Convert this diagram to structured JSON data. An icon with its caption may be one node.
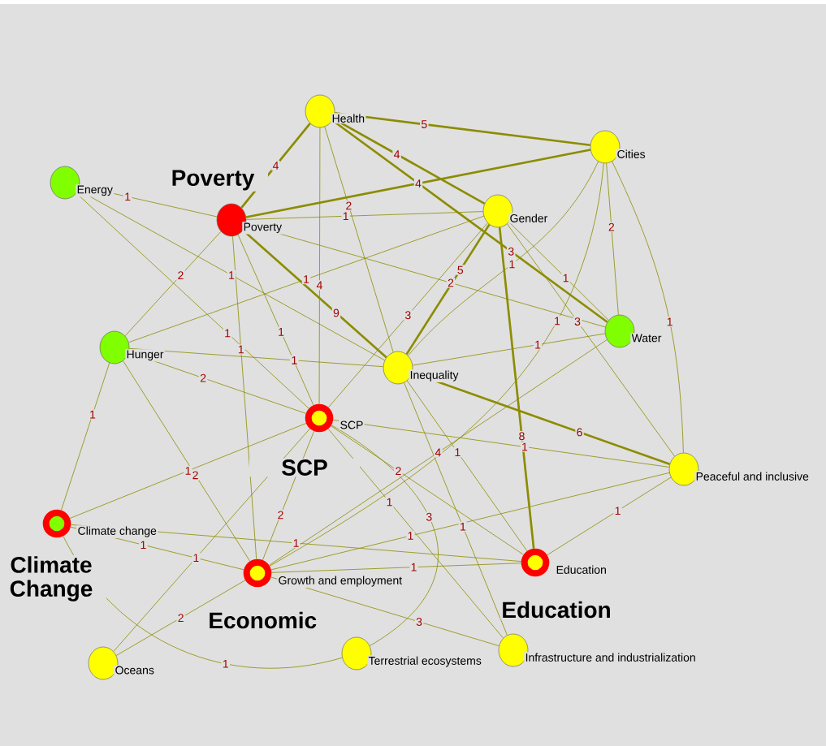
{
  "diagram": {
    "nodes": [
      {
        "text": [
          "Health"
        ]
      },
      {
        "text": [
          "Cities"
        ]
      },
      {
        "text": [
          "Energy"
        ]
      },
      {
        "text": [
          "Poverty",
          "Poverty"
        ]
      },
      {
        "text": [
          "Gender"
        ]
      },
      {
        "text": [
          "Hunger"
        ]
      },
      {
        "text": [
          "Water"
        ]
      },
      {
        "text": [
          "Inequality"
        ]
      },
      {
        "text": [
          "SCP",
          "SCP"
        ]
      },
      {
        "text": [
          "Peaceful and inclusive"
        ]
      },
      {
        "text": [
          "Climate change",
          "Climate Change"
        ]
      },
      {
        "text": [
          "Growth and employment",
          "Economic"
        ]
      },
      {
        "text": [
          "Education",
          "Education"
        ]
      },
      {
        "text": [
          "Oceans"
        ]
      },
      {
        "text": [
          "Terrestrial ecosystems"
        ]
      },
      {
        "text": [
          "Infrastructure and industrialization"
        ]
      }
    ],
    "edges": [
      {
        "from": 0,
        "to": 1,
        "arrow": "none",
        "label": "5",
        "style": "thick"
      },
      {
        "from": 0,
        "to": 3,
        "arrow": "none",
        "label": "4",
        "style": "thick"
      },
      {
        "from": 0,
        "to": 6,
        "arrow": "none",
        "label": "3",
        "style": "thick"
      },
      {
        "from": 0,
        "to": 4,
        "arrow": "none",
        "label": "4",
        "style": "thick"
      },
      {
        "from": 0,
        "to": 8,
        "arrow": "none",
        "label": "4"
      },
      {
        "from": 0,
        "to": 7,
        "arrow": "none",
        "label": "2"
      },
      {
        "from": 3,
        "to": 1,
        "arrow": "none",
        "label": "4",
        "style": "thick"
      },
      {
        "from": 3,
        "to": 7,
        "arrow": "none",
        "label": "9",
        "style": "thick"
      },
      {
        "from": 3,
        "to": 4,
        "arrow": "none",
        "label": "1"
      },
      {
        "from": 3,
        "to": 6,
        "arrow": "none",
        "label": "2"
      },
      {
        "from": 2,
        "to": 3,
        "arrow": "none",
        "label": "1"
      },
      {
        "from": 2,
        "to": 7,
        "arrow": "none",
        "label": "1"
      },
      {
        "from": 2,
        "to": 8,
        "arrow": "none",
        "label": "1"
      },
      {
        "from": 3,
        "to": 5,
        "arrow": "none",
        "label": "2"
      },
      {
        "from": 3,
        "to": 8,
        "arrow": "none",
        "label": "1"
      },
      {
        "from": 3,
        "to": 11,
        "arrow": "none",
        "label": "1"
      },
      {
        "from": 5,
        "to": 4,
        "arrow": "none",
        "label": "1"
      },
      {
        "from": 5,
        "to": 7,
        "arrow": "none",
        "label": "1"
      },
      {
        "from": 5,
        "to": 8,
        "arrow": "none",
        "label": "2"
      },
      {
        "from": 5,
        "to": 11,
        "arrow": "none",
        "label": "2"
      },
      {
        "from": 5,
        "to": 10,
        "arrow": "none",
        "label": "1"
      },
      {
        "from": 1,
        "to": 7,
        "arrow": "none",
        "label": "1"
      },
      {
        "from": 1,
        "to": 11,
        "arrow": "none",
        "label": "1"
      },
      {
        "from": 1,
        "to": 6,
        "arrow": "none",
        "label": "2"
      },
      {
        "from": 1,
        "to": 9,
        "arrow": "none",
        "label": "1"
      },
      {
        "from": 4,
        "to": 7,
        "arrow": "none",
        "label": "5",
        "style": "thick"
      },
      {
        "from": 4,
        "to": 8,
        "arrow": "none",
        "label": "3"
      },
      {
        "from": 4,
        "to": 12,
        "arrow": "none",
        "label": "8",
        "style": "thick"
      },
      {
        "from": 4,
        "to": 9,
        "arrow": "none",
        "label": "3"
      },
      {
        "from": 4,
        "to": 6,
        "arrow": "none",
        "label": "1"
      },
      {
        "from": 6,
        "to": 7,
        "arrow": "none",
        "label": "1"
      },
      {
        "from": 6,
        "to": 11,
        "arrow": "none",
        "label": "4"
      },
      {
        "from": 7,
        "to": 9,
        "arrow": "none",
        "label": "6",
        "style": "thick"
      },
      {
        "from": 7,
        "to": 12,
        "arrow": "none",
        "label": "1"
      },
      {
        "from": 7,
        "to": 15,
        "arrow": "none",
        "label": "1"
      },
      {
        "from": 8,
        "to": 12,
        "arrow": "none",
        "label": "2"
      },
      {
        "from": 8,
        "to": 10,
        "arrow": "none",
        "label": "1"
      },
      {
        "from": 8,
        "to": 11,
        "arrow": "none",
        "label": "2"
      },
      {
        "from": 8,
        "to": 14,
        "arrow": "none",
        "label": "3"
      },
      {
        "from": 8,
        "to": 9,
        "arrow": "none",
        "label": "1"
      },
      {
        "from": 8,
        "to": 15,
        "arrow": "none",
        "label": "1"
      },
      {
        "from": 10,
        "to": 12,
        "arrow": "none",
        "label": "1"
      },
      {
        "from": 10,
        "to": 14,
        "arrow": "none",
        "label": "1"
      },
      {
        "from": 10,
        "to": 11,
        "arrow": "none",
        "label": "1"
      },
      {
        "from": 11,
        "to": 12,
        "arrow": "none",
        "label": "1"
      },
      {
        "from": 11,
        "to": 9,
        "arrow": "none",
        "label": "1"
      },
      {
        "from": 11,
        "to": 13,
        "arrow": "none",
        "label": "2"
      },
      {
        "from": 11,
        "to": 15,
        "arrow": "none",
        "label": "3"
      },
      {
        "from": 13,
        "to": 8,
        "arrow": "none",
        "label": "1"
      },
      {
        "from": 12,
        "to": 9,
        "arrow": "none",
        "label": "1"
      }
    ]
  }
}
